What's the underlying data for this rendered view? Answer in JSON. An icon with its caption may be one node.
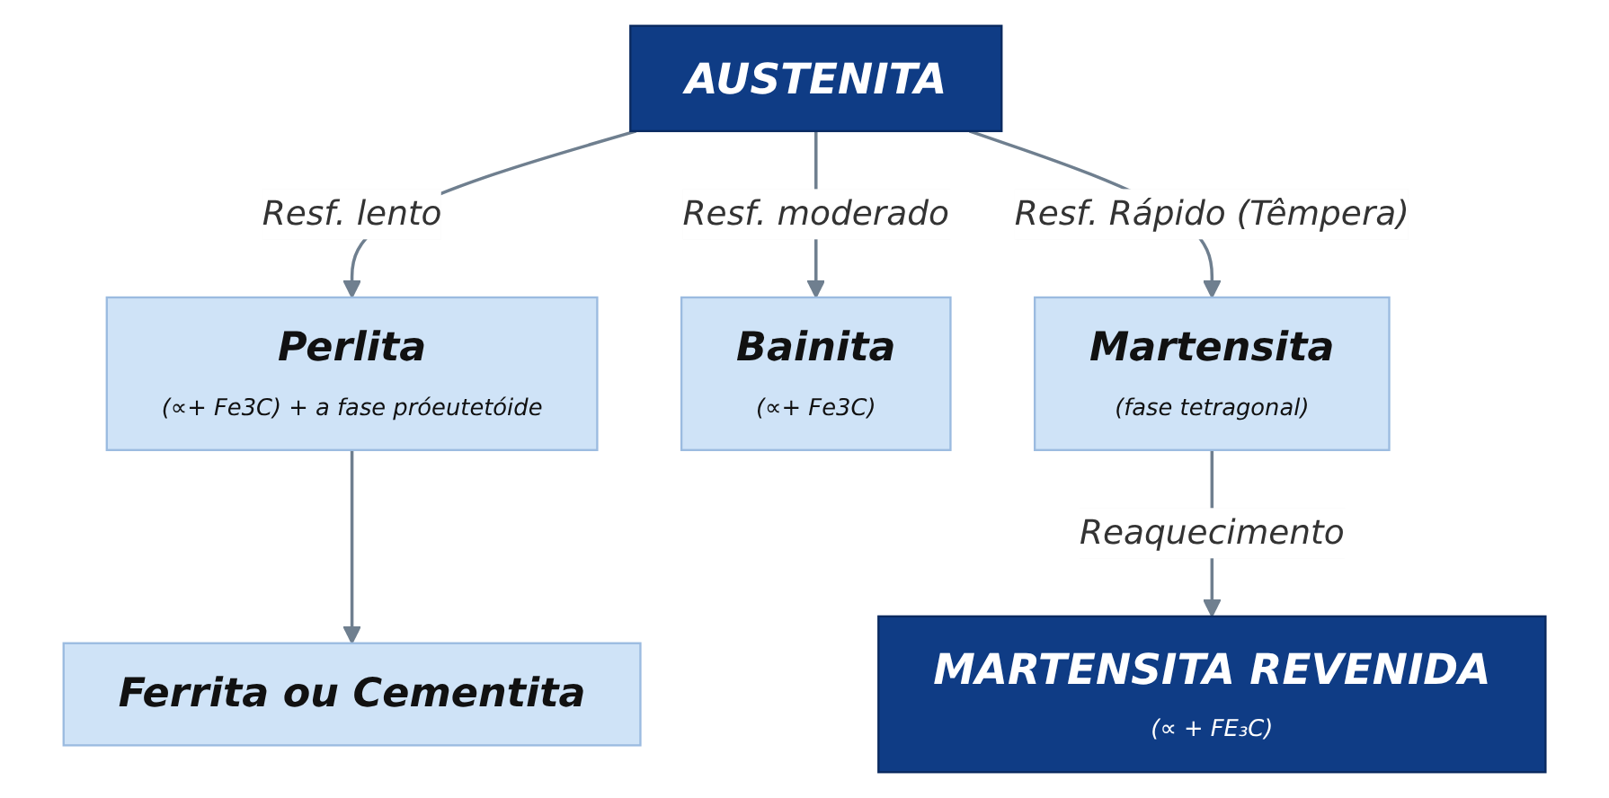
{
  "diagram": {
    "nodes": [
      {
        "text": [
          "AUSTENITA"
        ]
      },
      {
        "text": [
          "Perlita",
          "(∝+ Fe3C) + a fase próeutetóide"
        ]
      },
      {
        "text": [
          "Bainita",
          "(∝+ Fe3C)"
        ]
      },
      {
        "text": [
          "Martensita",
          "(fase tetragonal)"
        ]
      },
      {
        "text": [
          "Ferrita ou Cementita"
        ]
      },
      {
        "text": [
          "MARTENSITA REVENIDA",
          "(∝ + FE₃C)"
        ]
      }
    ],
    "edges": [
      {
        "from": 0,
        "to": 1,
        "arrow": "to",
        "label": "Resf. lento"
      },
      {
        "from": 0,
        "to": 2,
        "arrow": "to",
        "label": "Resf. moderado"
      },
      {
        "from": 0,
        "to": 3,
        "arrow": "to",
        "label": "Resf. Rápido (Têmpera)"
      },
      {
        "from": 1,
        "to": 4,
        "arrow": "to"
      },
      {
        "from": 3,
        "to": 5,
        "arrow": "to",
        "label": "Reaquecimento"
      }
    ]
  }
}
